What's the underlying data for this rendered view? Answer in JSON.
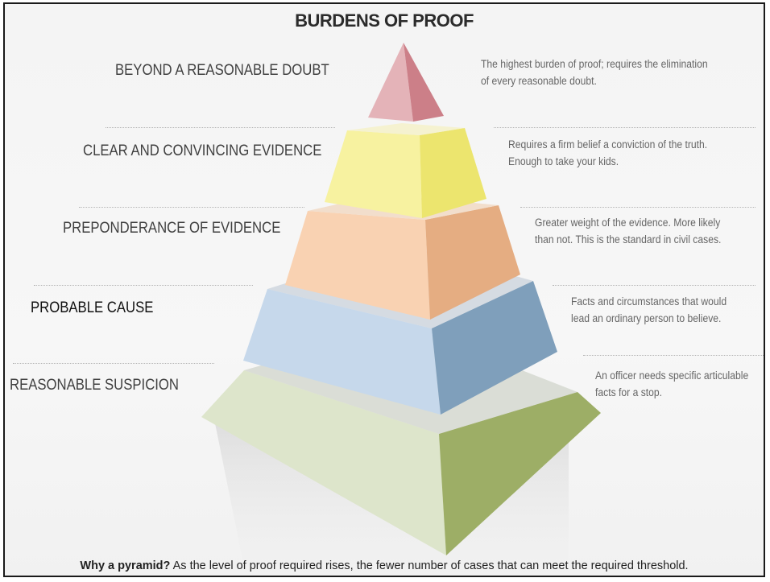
{
  "title": "BURDENS OF PROOF",
  "levels": [
    {
      "label": "BEYOND A REASONABLE DOUBT",
      "description_lines": [
        "The highest burden of proof; requires the elimination",
        "of every reasonable doubt."
      ],
      "front_color": "#e4b3b8",
      "side_color": "#cc7f88"
    },
    {
      "label": "CLEAR AND CONVINCING EVIDENCE",
      "description_lines": [
        "Requires a firm belief a conviction of the truth.",
        "Enough to take your kids."
      ],
      "front_color": "#f7f2a0",
      "side_color": "#ece56e"
    },
    {
      "label": "PREPONDERANCE OF EVIDENCE",
      "description_lines": [
        "Greater weight of the evidence. More likely",
        "than not. This is the standard in civil cases."
      ],
      "front_color": "#f9d2b2",
      "side_color": "#e5ad82"
    },
    {
      "label": "PROBABLE CAUSE",
      "description_lines": [
        "Facts and circumstances that would",
        "lead an ordinary person to believe."
      ],
      "front_color": "#c6d8eb",
      "side_color": "#7f9fbb"
    },
    {
      "label": "REASONABLE SUSPICION",
      "description_lines": [
        "An officer needs specific articulable",
        "facts for a stop."
      ],
      "front_color": "#dde5cb",
      "side_color": "#9dae66"
    }
  ],
  "footer": {
    "lead": "Why a pyramid?",
    "text": " As the level of proof required rises, the fewer number of cases that can meet the required threshold."
  }
}
